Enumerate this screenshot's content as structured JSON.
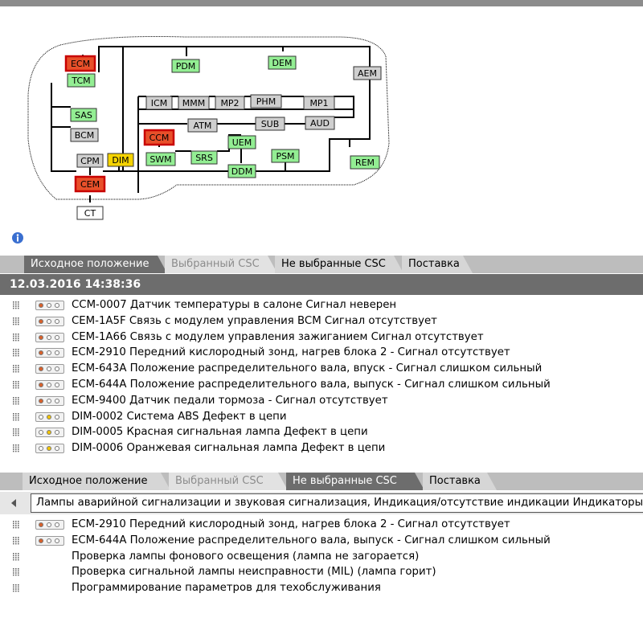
{
  "diagram": {
    "modules": [
      {
        "id": "ECM",
        "label": "ECM",
        "status": "fault"
      },
      {
        "id": "TCM",
        "label": "TCM",
        "status": "ok"
      },
      {
        "id": "PDM",
        "label": "PDM",
        "status": "ok"
      },
      {
        "id": "DEM",
        "label": "DEM",
        "status": "ok"
      },
      {
        "id": "AEM",
        "label": "AEM",
        "status": "none"
      },
      {
        "id": "SAS",
        "label": "SAS",
        "status": "ok"
      },
      {
        "id": "BCM",
        "label": "BCM",
        "status": "none"
      },
      {
        "id": "ICM",
        "label": "ICM",
        "status": "none"
      },
      {
        "id": "MMM",
        "label": "MMM",
        "status": "none"
      },
      {
        "id": "MP2",
        "label": "MP2",
        "status": "none"
      },
      {
        "id": "PHM",
        "label": "PHM",
        "status": "none"
      },
      {
        "id": "MP1",
        "label": "MP1",
        "status": "none"
      },
      {
        "id": "ATM",
        "label": "ATM",
        "status": "none"
      },
      {
        "id": "SUB",
        "label": "SUB",
        "status": "none"
      },
      {
        "id": "AUD",
        "label": "AUD",
        "status": "none"
      },
      {
        "id": "CCM",
        "label": "CCM",
        "status": "fault"
      },
      {
        "id": "UEM",
        "label": "UEM",
        "status": "ok"
      },
      {
        "id": "SWM",
        "label": "SWM",
        "status": "ok"
      },
      {
        "id": "SRS",
        "label": "SRS",
        "status": "ok"
      },
      {
        "id": "PSM",
        "label": "PSM",
        "status": "ok"
      },
      {
        "id": "REM",
        "label": "REM",
        "status": "ok"
      },
      {
        "id": "DDM",
        "label": "DDM",
        "status": "ok"
      },
      {
        "id": "CPM",
        "label": "CPM",
        "status": "none"
      },
      {
        "id": "DIM",
        "label": "DIM",
        "status": "warn"
      },
      {
        "id": "CEM",
        "label": "CEM",
        "status": "fault"
      },
      {
        "id": "CT",
        "label": "CT",
        "status": "plain"
      }
    ]
  },
  "colors": {
    "fault": "#e8502a",
    "ok": "#93ee93",
    "none": "#cfcfcf",
    "warn": "#f5d300",
    "plain": "#ffffff",
    "lamp_red": "#d9602a",
    "lamp_yellow": "#f2c400"
  },
  "tabs1": [
    {
      "label": "Исходное положение",
      "state": "active"
    },
    {
      "label": "Выбранный CSC",
      "state": "dim"
    },
    {
      "label": "Не выбранные CSC",
      "state": "normal"
    },
    {
      "label": "Поставка",
      "state": "normal"
    }
  ],
  "datetime": "12.03.2016 14:38:36",
  "dtc_list": [
    {
      "lamp": "red",
      "text": "CCM-0007 Датчик температуры в салоне Сигнал неверен"
    },
    {
      "lamp": "red",
      "text": "CEM-1A5F Связь с модулем управления BCM Сигнал отсутствует"
    },
    {
      "lamp": "red",
      "text": "CEM-1A66 Связь с модулем управления зажиганием Сигнал отсутствует"
    },
    {
      "lamp": "red",
      "text": "ECM-2910 Передний кислородный зонд, нагрев блока 2 - Сигнал отсутствует"
    },
    {
      "lamp": "red",
      "text": "ECM-643A Положение распределительного вала, впуск - Сигнал слишком сильный"
    },
    {
      "lamp": "red",
      "text": "ECM-644A Положение распределительного вала, выпуск - Сигнал слишком сильный"
    },
    {
      "lamp": "red",
      "text": "ECM-9400 Датчик педали тормоза - Сигнал отсутствует"
    },
    {
      "lamp": "yellow",
      "text": "DIM-0002 Система ABS Дефект в цепи"
    },
    {
      "lamp": "yellow",
      "text": "DIM-0005 Красная сигнальная лампа Дефект в цепи"
    },
    {
      "lamp": "yellow",
      "text": "DIM-0006 Оранжевая сигнальная лампа Дефект в цепи"
    }
  ],
  "tabs2": [
    {
      "label": "Исходное положение",
      "state": "normal"
    },
    {
      "label": "Выбранный CSC",
      "state": "dim"
    },
    {
      "label": "Не выбранные CSC",
      "state": "active"
    },
    {
      "label": "Поставка",
      "state": "normal"
    }
  ],
  "path_text": "Лампы аварийной сигнализации и звуковая сигнализация, Индикация/отсутствие индикации Индикаторы",
  "csc_list": [
    {
      "lamp": "red",
      "text": "ECM-2910 Передний кислородный зонд, нагрев блока 2 - Сигнал отсутствует"
    },
    {
      "lamp": "red",
      "text": "ECM-644A Положение распределительного вала, выпуск - Сигнал слишком сильный"
    },
    {
      "lamp": "none",
      "text": "Проверка лампы фонового освещения (лампа не загорается)"
    },
    {
      "lamp": "none",
      "text": "Проверка сигнальной лампы неисправности (MIL) (лампа  горит)"
    },
    {
      "lamp": "none",
      "text": "Программирование параметров для техобслуживания"
    }
  ]
}
